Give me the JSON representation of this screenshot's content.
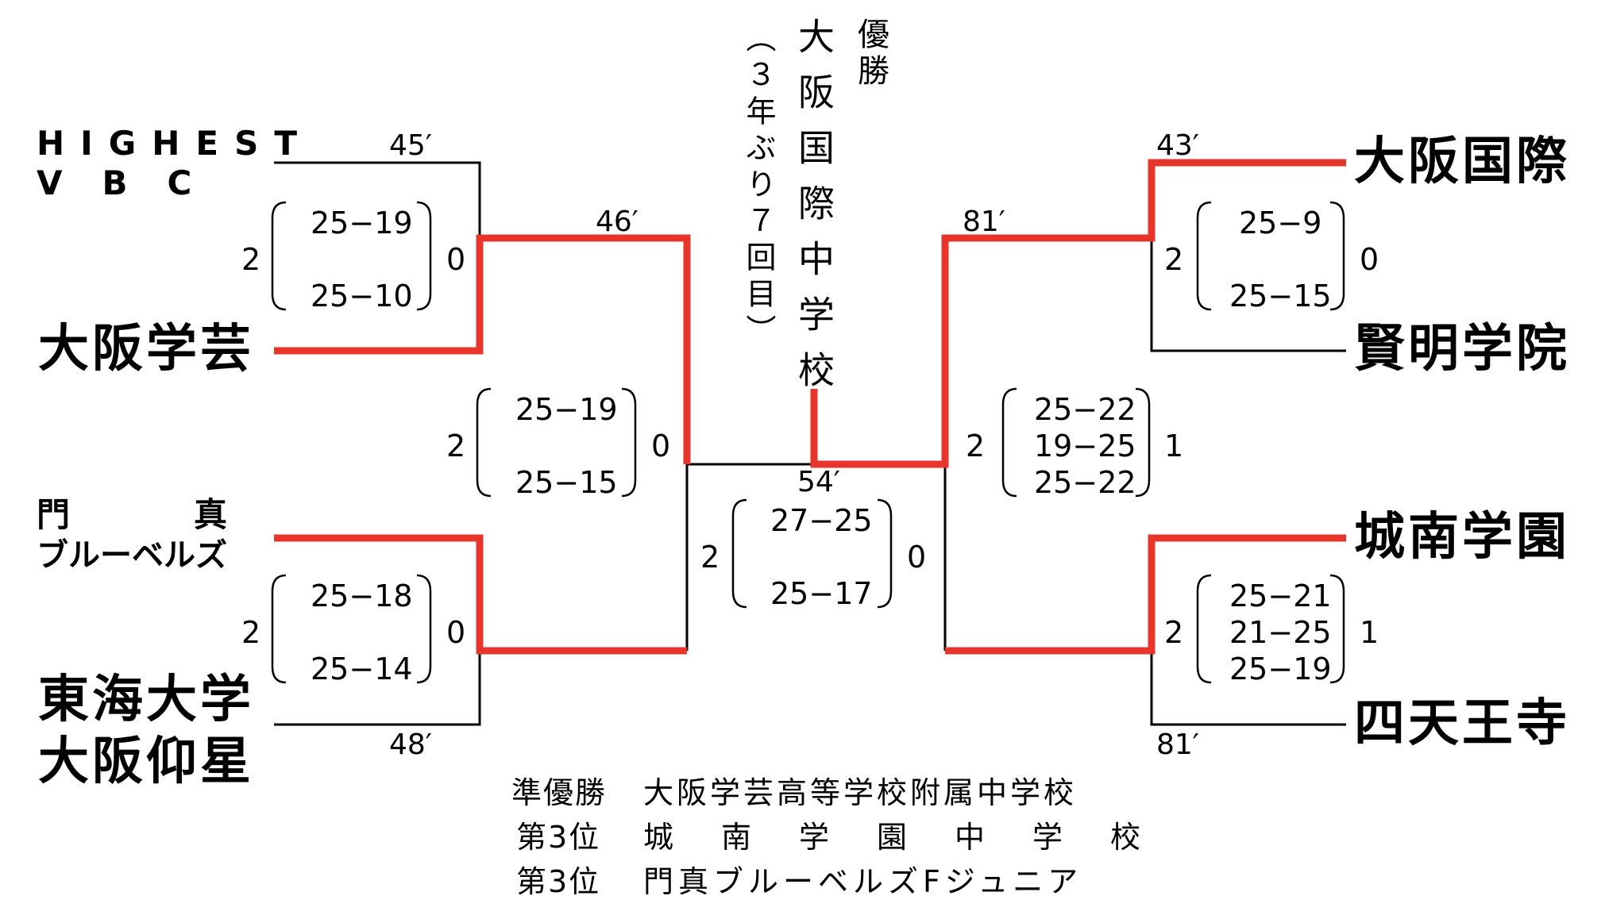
{
  "title": {
    "champion_label": "優勝",
    "champion_name": "大阪国際中学校",
    "champion_note": "（３年ぶり７回目）"
  },
  "teams": {
    "highest_line1": "HIGHEST",
    "highest_line2": "V　B　C",
    "osaka_gakugei": "大阪学芸",
    "kadoma_line1": "門　　真",
    "kadoma_line2": "ブルーベルズ",
    "tokai_line1": "東海大学",
    "tokai_line2": "大阪仰星",
    "osaka_kokusai": "大阪国際",
    "kenmei": "賢明学院",
    "jonan": "城南学園",
    "shitennoji": "四天王寺"
  },
  "matches": {
    "m1": {
      "time": "45′",
      "left": "2",
      "right": "0",
      "sets": [
        "25−19",
        "",
        "25−10"
      ]
    },
    "m2": {
      "time": "48′",
      "left": "2",
      "right": "0",
      "sets": [
        "25−18",
        "",
        "25−14"
      ]
    },
    "m3": {
      "time": "46′",
      "left": "2",
      "right": "0",
      "sets": [
        "25−19",
        "",
        "25−15"
      ]
    },
    "final": {
      "time": "54′",
      "left": "2",
      "right": "0",
      "sets": [
        "27−25",
        "",
        "25−17"
      ]
    },
    "m4": {
      "time": "43′",
      "left": "2",
      "right": "0",
      "sets": [
        "25−9",
        "",
        "25−15"
      ]
    },
    "m5": {
      "time": "81′",
      "left": "2",
      "right": "1",
      "sets": [
        "25−21",
        "21−25",
        "25−19"
      ]
    },
    "m6": {
      "time": "81′",
      "left": "2",
      "right": "1",
      "sets": [
        "25−22",
        "19−25",
        "25−22"
      ]
    }
  },
  "results": {
    "runner_up_label": "準優勝",
    "runner_up": "大阪学芸高等学校附属中学校",
    "third_label_1": "第3位",
    "third_1": "城南学園中学校",
    "third_label_2": "第3位",
    "third_2": "門真ブルーベルズFジュニア"
  },
  "colors": {
    "winner_line": "#e8352b",
    "loser_line": "#000000"
  }
}
